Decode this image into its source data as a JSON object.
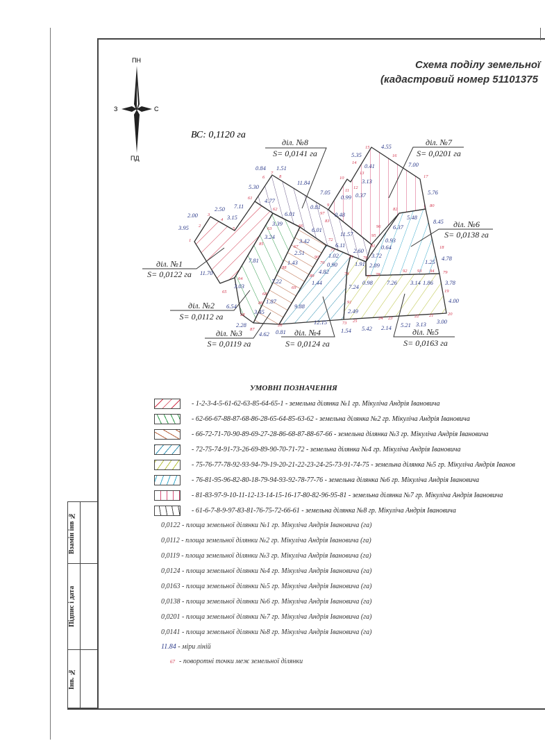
{
  "title": {
    "line1": "Схема поділу земельної",
    "line2": "(кадастровий номер 51101375"
  },
  "compass": {
    "north": "ПН",
    "south": "ПД",
    "west": "З",
    "east": "С"
  },
  "total_area": "ВС: 0,1120 га",
  "plots": [
    {
      "label": "діл. №1",
      "area": "S= 0,0122 га",
      "color": "#d2334a"
    },
    {
      "label": "діл. №2",
      "area": "S= 0,0112 га",
      "color": "#2e9a4a"
    },
    {
      "label": "діл. №3",
      "area": "S= 0,0119 га",
      "color": "#b5603a"
    },
    {
      "label": "діл. №4",
      "area": "S= 0,0124 га",
      "color": "#2f8fb0"
    },
    {
      "label": "діл. №5",
      "area": "S= 0,0163 га",
      "color": "#b8c23a"
    },
    {
      "label": "діл. №6",
      "area": "S= 0,0138 га",
      "color": "#38aacc"
    },
    {
      "label": "діл. №7",
      "area": "S= 0,0201 га",
      "color": "#d8507a"
    },
    {
      "label": "діл. №8",
      "area": "S= 0,0141 га",
      "color": "#6a5a8a"
    }
  ],
  "lengths": [
    "0.84",
    "1.51",
    "5.30",
    "11.84",
    "7.05",
    "4.77",
    "7.11",
    "2.50",
    "2.00",
    "3.15",
    "3.95",
    "0.81",
    "6.01",
    "3.39",
    "6.01",
    "3.24",
    "3.42",
    "2.51",
    "1.43",
    "7.81",
    "11.70",
    "4.82",
    "1.44",
    "1.02",
    "0.90",
    "7.22",
    "3.03",
    "1.87",
    "9.88",
    "6.54",
    "3.45",
    "2.28",
    "4.62",
    "0.81",
    "12.15",
    "5.35",
    "4.55",
    "0.41",
    "3.13",
    "7.00",
    "0.99",
    "0.37",
    "5.76",
    "0.48",
    "5.48",
    "8.45",
    "6.37",
    "11.57",
    "0.93",
    "0.64",
    "6.11",
    "2.60",
    "3.72",
    "2.89",
    "1.91",
    "1.25",
    "4.78",
    "7.24",
    "0.98",
    "7.26",
    "3.14",
    "1.86",
    "3.78",
    "4.00",
    "2.49",
    "1.54",
    "5.42",
    "2.14",
    "5.21",
    "3.13",
    "3.00"
  ],
  "points": [
    "1",
    "2",
    "3",
    "4",
    "5",
    "61",
    "6",
    "7",
    "8",
    "62",
    "63",
    "85",
    "64",
    "65",
    "28",
    "87",
    "68",
    "86",
    "66",
    "67",
    "88",
    "26",
    "69",
    "89",
    "90",
    "70",
    "71",
    "72",
    "9",
    "97",
    "83",
    "81",
    "76",
    "75",
    "77",
    "74",
    "91",
    "73",
    "25",
    "24",
    "23",
    "22",
    "21",
    "20",
    "19",
    "79",
    "94",
    "93",
    "92",
    "78",
    "18",
    "80",
    "82",
    "96",
    "95",
    "17",
    "16",
    "15",
    "14",
    "13",
    "12",
    "11",
    "10"
  ],
  "legend": {
    "title": "УМОВНІ ПОЗНАЧЕННЯ",
    "items": [
      "-   1-2-3-4-5-61-62-63-85-64-65-1 - земельна ділянка №1 гр. Мікуліча Андрія Івановича",
      "-  62-66-67-88-87-68-86-28-65-64-85-63-62 - земельна ділянка  №2 гр. Мікуліча Андрія Івановича",
      "-   66-72-71-70-90-89-69-27-28-86-68-87-88-67-66 - земельна ділянка №3 гр. Мікуліча Андрія Івановича",
      "-   72-75-74-91-73-26-69-89-90-70-71-72 - земельна ділянка №4 гр. Мікуліча Андрія Івановича",
      "-   75-76-77-78-92-93-94-79-19-20-21-22-23-24-25-73-91-74-75 - земельна ділянка №5 гр. Мікуліча Андрія Іванов",
      "-   76-81-95-96-82-80-18-79-94-93-92-78-77-76 - земельна ділянка №6 гр. Мікуліча Андрія Івановича",
      "-   81-83-97-9-10-11-12-13-14-15-16-17-80-82-96-95-81 - земельна ділянка №7 гр. Мікуліча Андрія Івановича",
      "-   61-6-7-8-9-97-83-81-76-75-72-66-61 - земельна ділянка №8 гр. Мікуліча Андрія Івановича"
    ],
    "areas": [
      "0,0122 - площа земельної ділянки №1 гр. Мікуліча Андрія Івановича (га)",
      "0,0112 - площа земельної ділянки №2 гр. Мікуліча Андрія Івановича (га)",
      "0,0119 - площа земельної ділянки №3 гр. Мікуліча Андрія Івановича (га)",
      "0,0124 - площа земельної ділянки №4 гр. Мікуліча Андрія Івановича (га)",
      "0,0163 - площа земельної ділянки №5 гр. Мікуліча Андрія Івановича (га)",
      "0,0138 - площа земельної ділянки №6 гр. Мікуліча Андрія Івановича (га)",
      "0,0201 - площа земельної ділянки №7 гр. Мікуліча Андрія Івановича (га)",
      "0,0141 - площа земельної ділянки №8 гр. Мікуліча Андрія Івановича (га)"
    ],
    "line_sample": "11.84",
    "line_desc": " - міри ліній",
    "point_sample": "67",
    "point_desc": "- поворотні точки меж земельної ділянки"
  },
  "stamp": {
    "cell1": "Взамін інв №",
    "cell2": "Підпис і дата",
    "cell3": "Інв. №"
  }
}
